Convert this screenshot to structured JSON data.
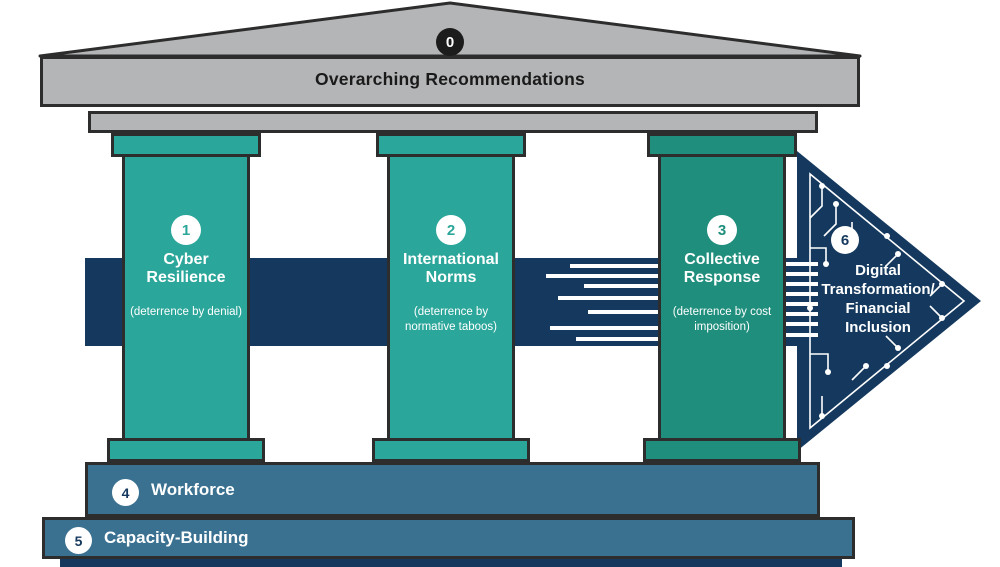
{
  "colors": {
    "teal": "#2ba69a",
    "teal_dark": "#1f8e7c",
    "navy": "#15395e",
    "steel_blue": "#3a7191",
    "gray": "#b4b5b7",
    "outline": "#2d2d2d",
    "white": "#ffffff"
  },
  "pediment": {
    "badge": "0",
    "label": "Overarching Recommendations"
  },
  "pillars": [
    {
      "badge": "1",
      "title": "Cyber Resilience",
      "subtitle": "(deterrence by denial)"
    },
    {
      "badge": "2",
      "title": "International Norms",
      "subtitle": "(deterrence by normative taboos)"
    },
    {
      "badge": "3",
      "title": "Collective Response",
      "subtitle": "(deterrence by cost imposition)"
    }
  ],
  "arrow": {
    "badge": "6",
    "title": "Digital Transformation/ Financial Inclusion"
  },
  "steps": [
    {
      "badge": "4",
      "label": "Workforce"
    },
    {
      "badge": "5",
      "label": "Capacity-Building"
    }
  ]
}
